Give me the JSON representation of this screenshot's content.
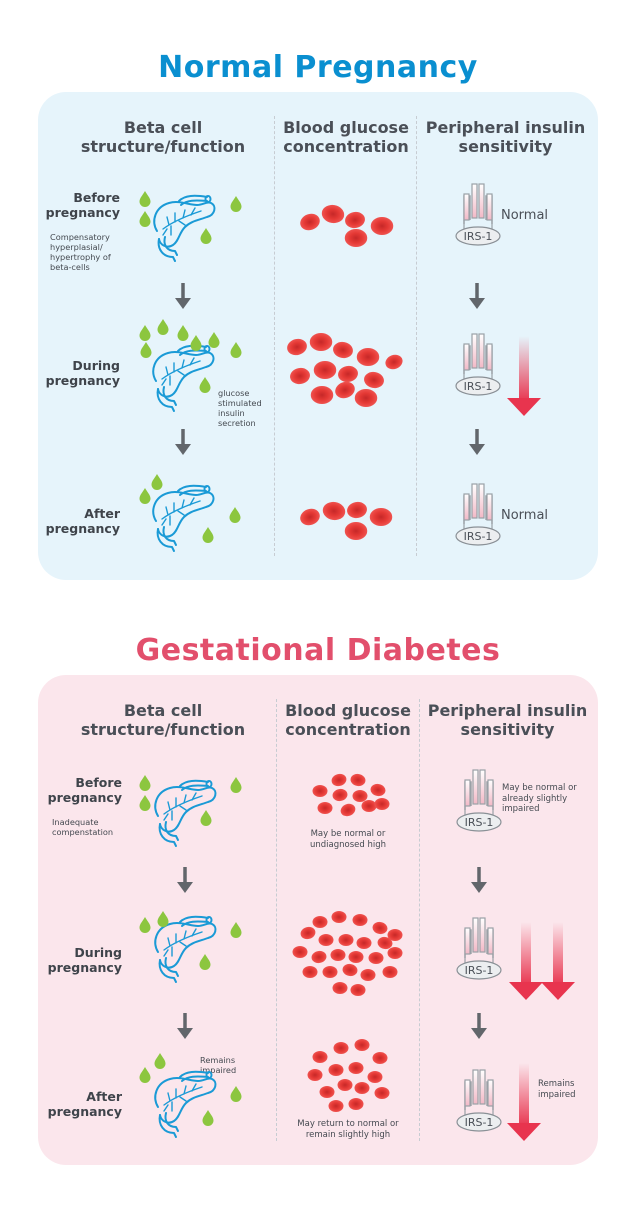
{
  "colors": {
    "blue_title": "#0a8fd0",
    "pink_title": "#e24f6c",
    "panel_blue": "#e6f4fb",
    "panel_pink": "#fbe6ec",
    "droplet": "#8cc63f",
    "pancreas": "#1a9ad6",
    "rbc": "#e53935",
    "arrow_red": "#e8344e"
  },
  "normal": {
    "title": "Normal Pregnancy",
    "col1": "Beta cell structure/function",
    "col2": "Blood glucose concentration",
    "col3": "Peripheral insulin sensitivity",
    "stage_before": "Before pregnancy",
    "stage_during": "During pregnancy",
    "stage_after": "After pregnancy",
    "note_before": "Compensatory hyperplasial/ hypertrophy of beta-cells",
    "note_during": "glucose stimulated insulin secretion",
    "normal_1": "Normal",
    "normal_2": "Normal",
    "irs": "IRS-1"
  },
  "gdm": {
    "title": "Gestational Diabetes",
    "col1": "Beta cell structure/function",
    "col2": "Blood glucose concentration",
    "col3": "Peripheral insulin sensitivity",
    "stage_before": "Before pregnancy",
    "stage_during": "During pregnancy",
    "stage_after": "After pregnancy",
    "note_before": "Inadequate compenstation",
    "note_after_beta": "Remains impaired",
    "note_glucose_before": "May be normal or undiagnosed high",
    "note_glucose_after": "May return to normal or remain slightly high",
    "note_ins_before": "May be normal or already slightly impaired",
    "note_ins_after": "Remains impaired",
    "irs": "IRS-1"
  }
}
